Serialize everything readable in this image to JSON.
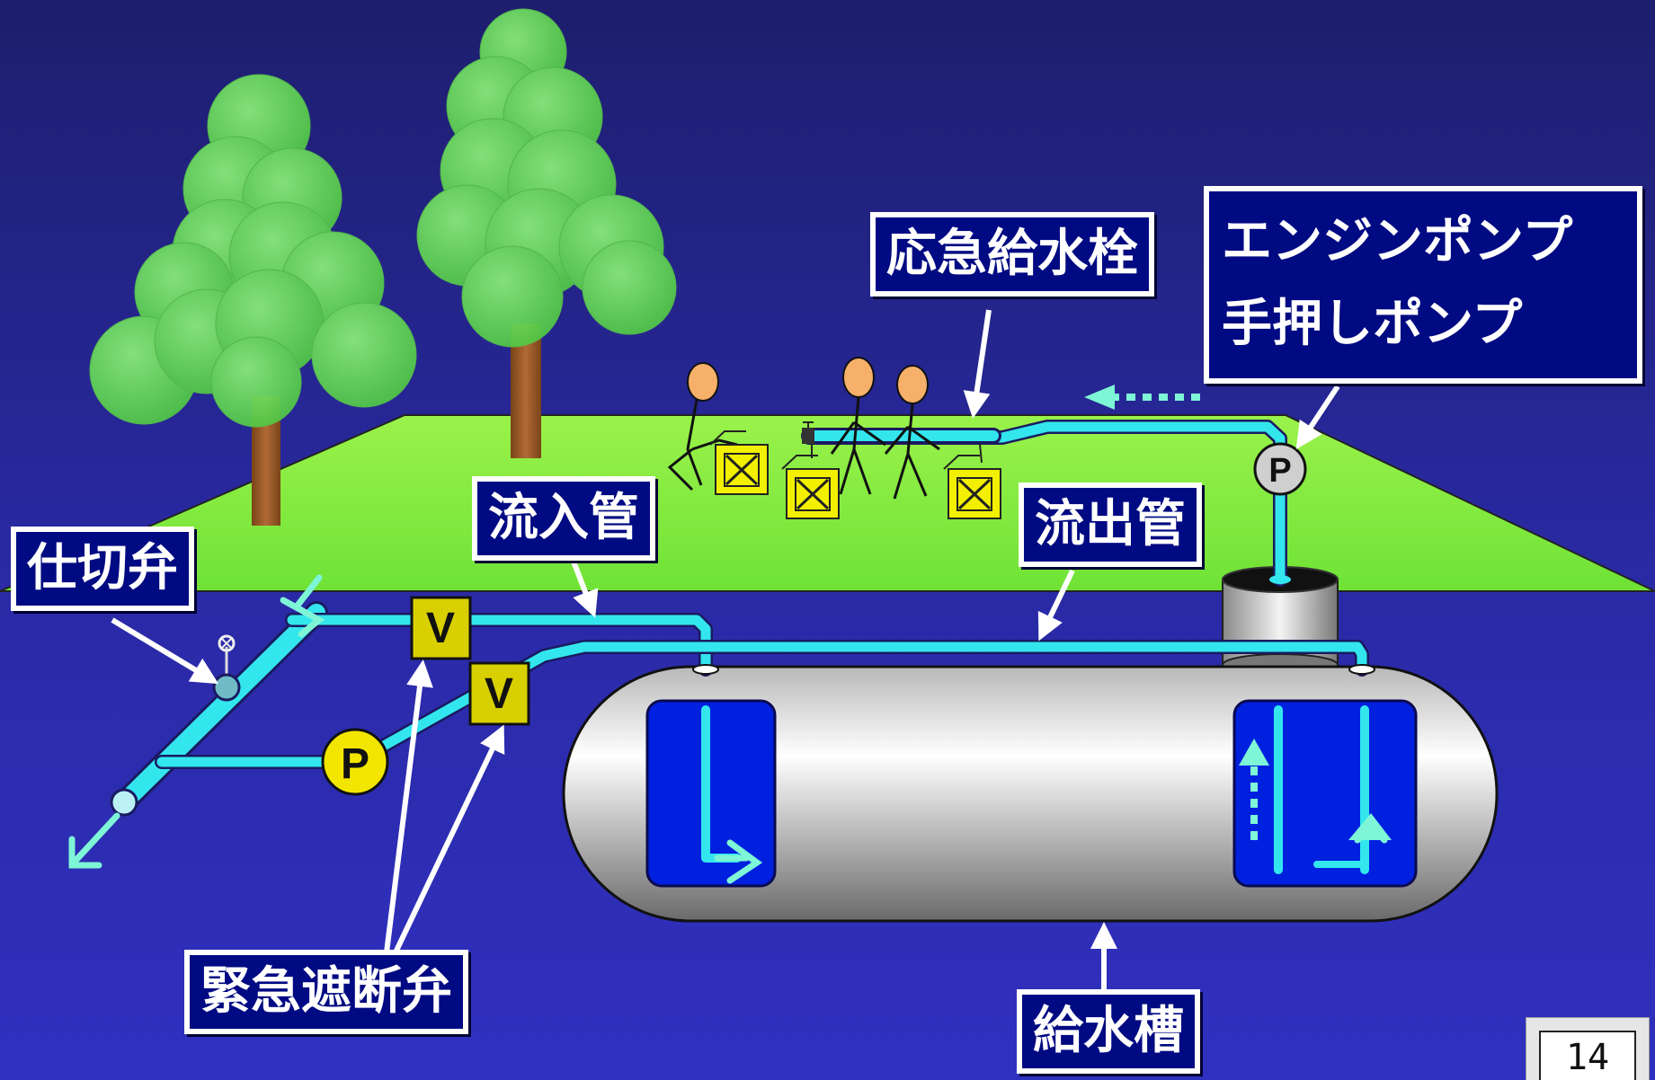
{
  "labels": {
    "emergency_hydrant": "応急給水栓",
    "pumps_line1": "エンジンポンプ",
    "pumps_line2": "手押しポンプ",
    "inflow_pipe": "流入管",
    "outflow_pipe": "流出管",
    "gate_valve": "仕切弁",
    "emergency_shutoff_valve": "緊急遮断弁",
    "supply_tank": "給水槽"
  },
  "symbols": {
    "pump": "P",
    "valve": "V"
  },
  "page_number": "14",
  "colors": {
    "background": "#2a2aa6",
    "label_box": "#000a82",
    "ground": "#88f040",
    "pipe": "#33e6ee",
    "pump_yellow": "#f2e600",
    "valve_yellow": "#d8d000",
    "tree_foliage": "#66dd55",
    "tree_trunk": "#9a5a2a"
  },
  "icons": [
    "tree-icon",
    "person-icon",
    "water-container-icon",
    "pump-icon",
    "valve-icon",
    "hydrant-icon",
    "flow-arrow-icon",
    "pointer-arrow-icon"
  ]
}
